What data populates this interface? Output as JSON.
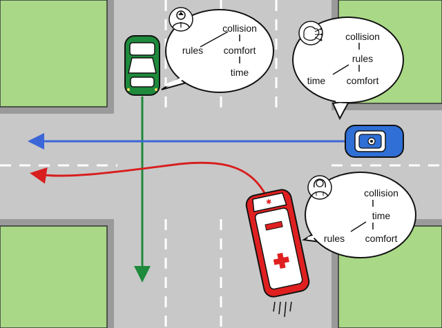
{
  "bubbles": {
    "human": {
      "icon": "man-avatar-icon",
      "items": {
        "collision": "collision",
        "rules": "rules",
        "comfort": "comfort",
        "time": "time"
      }
    },
    "ai": {
      "icon": "ai-brain-icon",
      "items": {
        "collision": "collision",
        "rules": "rules",
        "time": "time",
        "comfort": "comfort"
      }
    },
    "woman": {
      "icon": "woman-avatar-icon",
      "items": {
        "collision": "collision",
        "time": "time",
        "rules": "rules",
        "comfort": "comfort"
      }
    }
  },
  "colors": {
    "green_car": "#1e8a3c",
    "blue_car": "#2f6fd6",
    "ambulance": "#e02020",
    "green_path": "#1e8a3c",
    "blue_path": "#3a66d8",
    "red_path": "#d81e1e",
    "grass": "#a9d886",
    "road": "#c8c8c8",
    "sidewalk": "#9a9a9a"
  }
}
